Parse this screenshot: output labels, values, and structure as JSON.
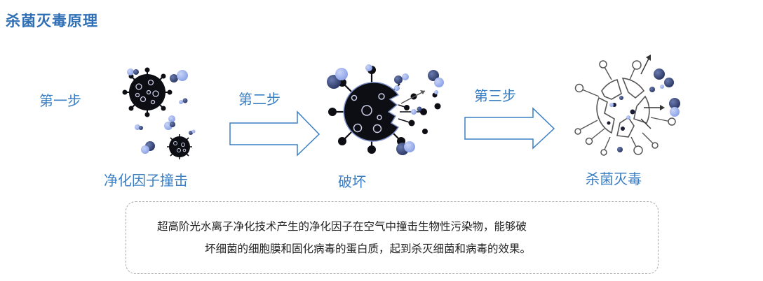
{
  "title": "杀菌灭毒原理",
  "steps": [
    "第一步",
    "第二步",
    "第三步"
  ],
  "captions": [
    "净化因子撞击",
    "破坏",
    "杀菌灭毒"
  ],
  "description": {
    "line1": "超高阶光水离子净化技术产生的净化因子在空气中撞击生物性污染物，能够破",
    "line2": "坏细菌的细胞膜和固化病毒的蛋白质，起到杀灭细菌和病毒的效果。"
  },
  "colors": {
    "title": "#2f6fb6",
    "label": "#3a7fc4",
    "arrow_stroke": "#3a7fc4",
    "germ": "#0d0d14",
    "factor_light": "#9fb3ef",
    "factor_dark": "#3a4a7a"
  }
}
